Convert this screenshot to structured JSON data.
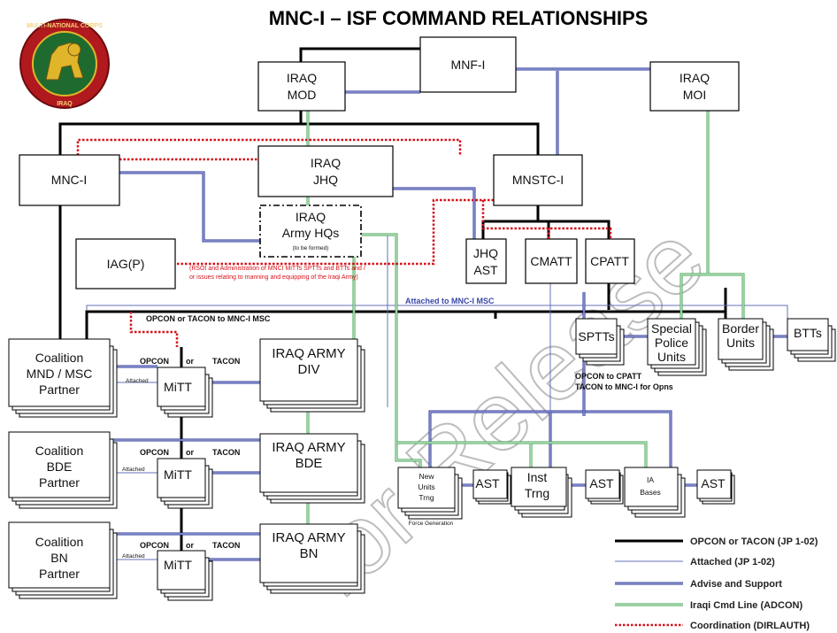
{
  "title": "MNC-I – ISF COMMAND RELATIONSHIPS",
  "seal": {
    "text": "MULTI-NATIONAL CORPS IRAQ",
    "colors": {
      "ring": "#b0191e",
      "field": "#1f6b2f",
      "lion": "#e0b52a"
    }
  },
  "nodes": {
    "mnfi": "MNF-I",
    "iraq_mod": [
      "IRAQ",
      "MOD"
    ],
    "iraq_moi": [
      "IRAQ",
      "MOI"
    ],
    "mnci": "MNC-I",
    "iraq_jhq": [
      "IRAQ",
      "JHQ"
    ],
    "mnstci": "MNSTC-I",
    "army_hqs": [
      "IRAQ",
      "Army HQs",
      "(to be formed)"
    ],
    "iag": "IAG(P)",
    "jhq_ast": [
      "JHQ",
      "AST"
    ],
    "cmatt": "CMATT",
    "cpatt": "CPATT",
    "sptts": "SPTTs",
    "special_police": [
      "Special",
      "Police",
      "Units"
    ],
    "border_units": [
      "Border",
      "Units"
    ],
    "btts": "BTTs",
    "coalition_mnd": [
      "Coalition",
      "MND / MSC",
      "Partner"
    ],
    "coalition_bde": [
      "Coalition",
      "BDE",
      "Partner"
    ],
    "coalition_bn": [
      "Coalition",
      "BN",
      "Partner"
    ],
    "mitt": "MiTT",
    "ia_div": [
      "IRAQ ARMY",
      "DIV"
    ],
    "ia_bde": [
      "IRAQ ARMY",
      "BDE"
    ],
    "ia_bn": [
      "IRAQ ARMY",
      "BN"
    ],
    "new_units": [
      "New",
      "Units",
      "Trng"
    ],
    "force_generation": "Force Generation",
    "ast": "AST",
    "inst_trng": [
      "Inst",
      "Trng"
    ],
    "ia_bases": [
      "IA",
      "Bases"
    ]
  },
  "annotations": {
    "rsoi": [
      "(RSOI and Administration of MNCI MiTTs SPTTs and BTTs and /",
      "or issues relating to manning and equipping of the Iraqi Army)"
    ],
    "attached_msc": "Attached to MNC-I MSC",
    "opcon_tacon_msc": "OPCON  or  TACON to MNC-I MSC",
    "opcon": "OPCON",
    "or": "or",
    "tacon": "TACON",
    "attached": "Attached",
    "cpatt_note": [
      "OPCON to CPATT",
      "TACON to MNC-I for Opns"
    ]
  },
  "legend": [
    {
      "label": "OPCON or TACON (JP 1-02)",
      "style": "black"
    },
    {
      "label": "Attached (JP 1-02)",
      "style": "thin-blue"
    },
    {
      "label": "Advise and Support",
      "style": "double-blue"
    },
    {
      "label": "Iraqi Cmd Line (ADCON)",
      "style": "double-green"
    },
    {
      "label": "Coordination (DIRLAUTH)",
      "style": "red-dotted"
    }
  ],
  "watermark": "for Release",
  "colors": {
    "advise": "#27339a",
    "attached": "#6670b8",
    "iraqi_cmd": "#3aa04a",
    "coordination": "#d8111a"
  }
}
